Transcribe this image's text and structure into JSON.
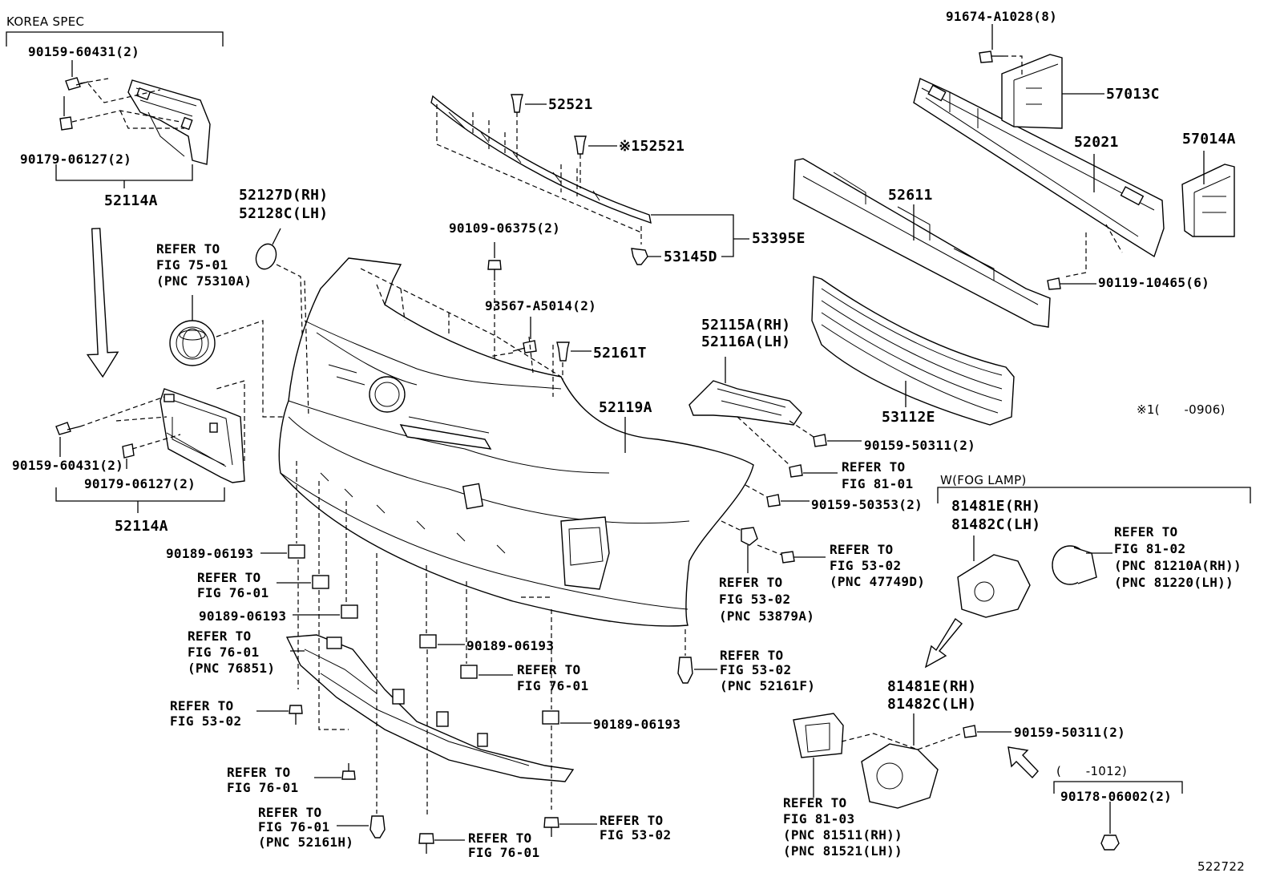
{
  "labels": {
    "korea_spec": "KOREA SPEC",
    "p90159_60431_top": "90159-60431(2)",
    "p90179_06127_top": "90179-06127(2)",
    "p52114A_top": "52114A",
    "p52127D": "52127D(RH)",
    "p52128C": "52128C(LH)",
    "refer_75_01_a": "REFER TO",
    "refer_75_01_b": "FIG 75-01",
    "refer_75_01_c": "(PNC 75310A)",
    "p52521": "52521",
    "p152521": "※152521",
    "p90109_06375": "90109-06375(2)",
    "p53145D": "53145D",
    "p53395E": "53395E",
    "p93567_A5014": "93567-A5014(2)",
    "p52161T": "52161T",
    "p91674_A1028": "91674-A1028(8)",
    "p57013C": "57013C",
    "p52021": "52021",
    "p57014A": "57014A",
    "p52611": "52611",
    "p90119_10465": "90119-10465(6)",
    "p52115A": "52115A(RH)",
    "p52116A": "52116A(LH)",
    "p53112E": "53112E",
    "note1": "※1(　　-0906)",
    "p52119A": "52119A",
    "p90159_60431_bot": "90159-60431(2)",
    "p90179_06127_bot": "90179-06127(2)",
    "p52114A_bot": "52114A",
    "p90159_50311_a": "90159-50311(2)",
    "refer_81_01_a": "REFER TO",
    "refer_81_01_b": "FIG 81-01",
    "p90159_50353": "90159-50353(2)",
    "fog_lamp": "W(FOG LAMP)",
    "p81481E_a": "81481E(RH)",
    "p81482C_a": "81482C(LH)",
    "refer_81_02_a": "REFER TO",
    "refer_81_02_b": "FIG 81-02",
    "refer_81_02_c": "(PNC 81210A(RH))",
    "refer_81_02_d": "(PNC 81220(LH))",
    "refer_53_02_47749_a": "REFER TO",
    "refer_53_02_47749_b": "FIG 53-02",
    "refer_53_02_47749_c": "(PNC 47749D)",
    "refer_53_02_53879_a": "REFER TO",
    "refer_53_02_53879_b": "FIG 53-02",
    "refer_53_02_53879_c": "(PNC 53879A)",
    "p90189_06193_a": "90189-06193",
    "refer_76_01_a1": "REFER TO",
    "refer_76_01_a2": "FIG 76-01",
    "p90189_06193_b": "90189-06193",
    "refer_76_01_76851_a": "REFER TO",
    "refer_76_01_76851_b": "FIG 76-01",
    "refer_76_01_76851_c": "(PNC 76851)",
    "p90189_06193_c": "90189-06193",
    "refer_76_01_b1": "REFER TO",
    "refer_76_01_b2": "FIG 76-01",
    "refer_53_02_52161F_a": "REFER TO",
    "refer_53_02_52161F_b": "FIG 53-02",
    "refer_53_02_52161F_c": "(PNC 52161F)",
    "refer_53_02_a1": "REFER TO",
    "refer_53_02_a2": "FIG 53-02",
    "p90189_06193_d": "90189-06193",
    "refer_76_01_c1": "REFER TO",
    "refer_76_01_c2": "FIG 76-01",
    "refer_76_01_52161H_a": "REFER TO",
    "refer_76_01_52161H_b": "FIG 76-01",
    "refer_76_01_52161H_c": "(PNC 52161H)",
    "refer_76_01_d1": "REFER TO",
    "refer_76_01_d2": "FIG 76-01",
    "refer_53_02_b1": "REFER TO",
    "refer_53_02_b2": "FIG 53-02",
    "p81481E_b": "81481E(RH)",
    "p81482C_b": "81482C(LH)",
    "p90159_50311_b": "90159-50311(2)",
    "refer_81_03_a": "REFER TO",
    "refer_81_03_b": "FIG 81-03",
    "refer_81_03_c": "(PNC 81511(RH))",
    "refer_81_03_d": "(PNC 81521(LH))",
    "note_1012": "(　　-1012)",
    "p90178_06002": "90178-06002(2)",
    "diagram_id": "522722"
  }
}
